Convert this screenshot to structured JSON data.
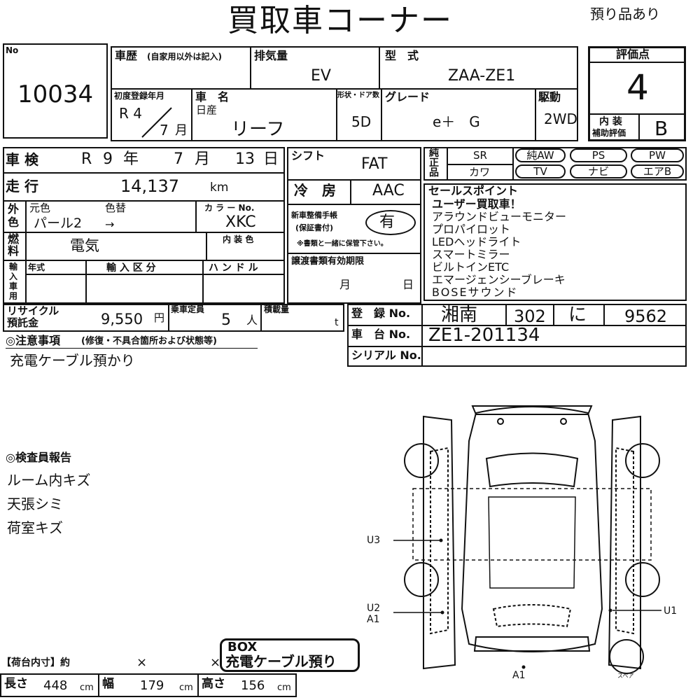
{
  "header": {
    "title": "買取車コーナー",
    "note": "預り品あり"
  },
  "stock": {
    "label": "No",
    "number": "10034"
  },
  "history": {
    "label": "車歴",
    "sub": "(自家用以外は記入)"
  },
  "displacement": {
    "label": "排気量",
    "value": "EV"
  },
  "model": {
    "label": "型　式",
    "value": "ZAA-ZE1"
  },
  "score": {
    "label": "評価点",
    "value": "4",
    "interior_label_1": "内 装",
    "interior_label_2": "補助評価",
    "interior_value": "B"
  },
  "first_reg": {
    "label": "初度登録年月",
    "era_year": "R 4",
    "month": "7",
    "month_unit": "月"
  },
  "car_name": {
    "label": "車　名",
    "maker": "日産",
    "name": "リーフ"
  },
  "body": {
    "label": "形状・ドア数",
    "value": "5D"
  },
  "grade": {
    "label": "グレード",
    "value": "e＋　G"
  },
  "drive": {
    "label": "駆動",
    "value": "2WD"
  },
  "inspection": {
    "label": "車 検",
    "era": "R",
    "year": "9",
    "year_unit": "年",
    "month": "7",
    "month_unit": "月",
    "day": "13",
    "day_unit": "日"
  },
  "shift": {
    "label": "シフト",
    "value": "FAT"
  },
  "genuine": {
    "label_1": "純",
    "label_2": "正",
    "label_3": "品",
    "sr": "SR",
    "kawa": "カワ",
    "options": [
      "純AW",
      "PS",
      "PW",
      "TV",
      "ナビ",
      "エアB"
    ]
  },
  "mileage": {
    "label": "走 行",
    "value": "14,137",
    "unit": "km"
  },
  "aircon": {
    "label": "冷　房",
    "value": "AAC"
  },
  "color": {
    "label_1": "外",
    "label_2": "色",
    "original_label": "元色",
    "change_label": "色替",
    "original": "パール2",
    "arrow": "→",
    "code_label": "カ ラ ー No.",
    "code": "XKC",
    "interior_label": "内 装 色"
  },
  "manual": {
    "label_1": "新車整備手帳",
    "label_2": "(保証書付)",
    "value": "有",
    "note": "※書類と一緒に保管下さい。"
  },
  "fuel": {
    "label_1": "燃",
    "label_2": "料",
    "value": "電気"
  },
  "sales": {
    "label": "セールスポイント",
    "points": [
      "ユーザー買取車！",
      "アラウンドビューモニター",
      "プロパイロット",
      "LEDヘッドライト",
      "スマートミラー",
      "ビルトインETC",
      "エマージェンシーブレーキ",
      "BOSEサウンド"
    ]
  },
  "import": {
    "label_1": "輸",
    "label_2": "入",
    "label_3": "車",
    "label_4": "用",
    "year_label": "年式",
    "class_label": "輸 入 区 分",
    "handle_label": "ハ ン ド ル"
  },
  "transfer": {
    "label": "譲渡書類有効期限",
    "month": "月",
    "day": "日"
  },
  "recycle": {
    "label_1": "リサイクル",
    "label_2": "預託金",
    "value": "9,550",
    "unit": "円"
  },
  "capacity": {
    "label": "乗車定員",
    "value": "5",
    "unit": "人"
  },
  "load": {
    "label": "積載量",
    "unit": "t"
  },
  "registration": {
    "label": "登　録 No.",
    "area": "湘南",
    "class": "302",
    "kana": "に",
    "number": "9562"
  },
  "chassis": {
    "label": "車　台 No.",
    "value": "ZE1-201134"
  },
  "serial": {
    "label": "シリアル No."
  },
  "caution": {
    "label": "◎注意事項",
    "sub": "(修復・不具合箇所および状態等)",
    "text": "充電ケーブル預かり"
  },
  "inspector": {
    "label": "◎検査員報告",
    "items": [
      "ルーム内キズ",
      "天張シミ",
      "荷室キズ"
    ]
  },
  "diagram": {
    "marks": {
      "u3": "U3",
      "u2": "U2",
      "a1_left": "A1",
      "u1": "U1",
      "a1_bottom": "A1"
    },
    "spare": "スペア"
  },
  "cargo": {
    "label": "【荷台内寸】約",
    "x1": "×",
    "x2": "×",
    "length_label": "長さ",
    "length": "448",
    "width_label": "幅",
    "width": "179",
    "height_label": "高さ",
    "height": "156",
    "unit": "cm"
  },
  "box": {
    "line1": "BOX",
    "line2": "充電ケーブル預り"
  }
}
